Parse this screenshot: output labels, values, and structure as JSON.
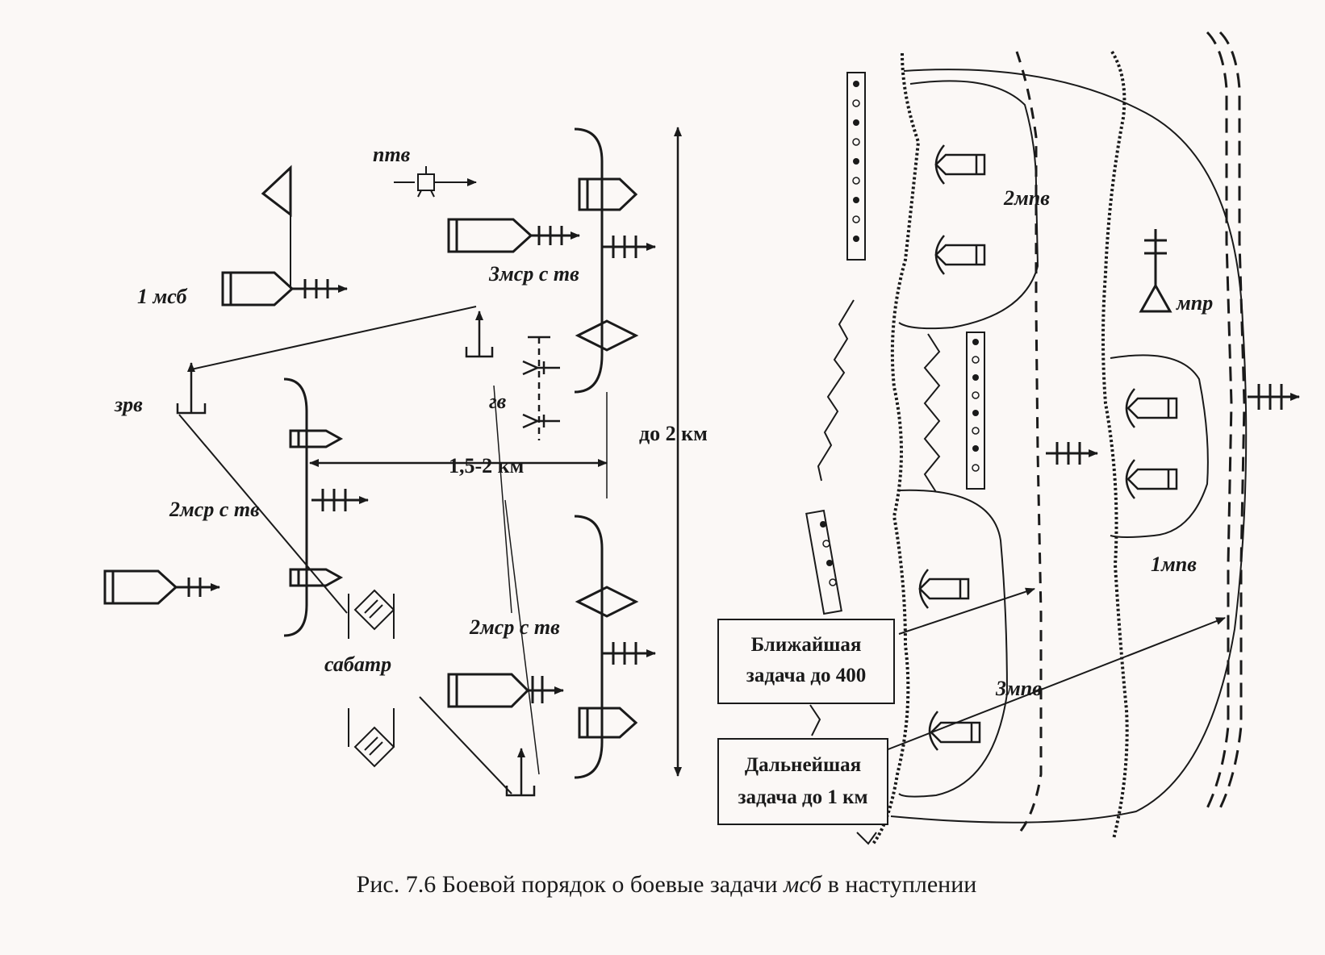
{
  "labels": {
    "ptv": "птв",
    "msb1": "1 мсб",
    "msr3": "3мср с тв",
    "zrv": "зрв",
    "gv": "гв",
    "msr2_left": "2мср с тв",
    "dist_15_2": "1,5-2 км",
    "do_2km": "до 2 км",
    "sabatr": "сабатр",
    "msr2_right": "2мср с тв",
    "mpv2": "2мпв",
    "mpr": "мпр",
    "mpv1": "1мпв",
    "mpv3": "3мпв"
  },
  "boxes": {
    "near_line1": "Ближайшая",
    "near_line2": "задача до 400",
    "far_line1": "Дальнейшая",
    "far_line2": "задача до 1 км"
  },
  "caption": {
    "prefix": "Рис. 7.6 Боевой порядок о боевые задачи ",
    "italic": "мсб",
    "suffix": " в наступлении"
  },
  "colors": {
    "ink": "#1a1a1a",
    "paper": "#fbf8f6"
  }
}
